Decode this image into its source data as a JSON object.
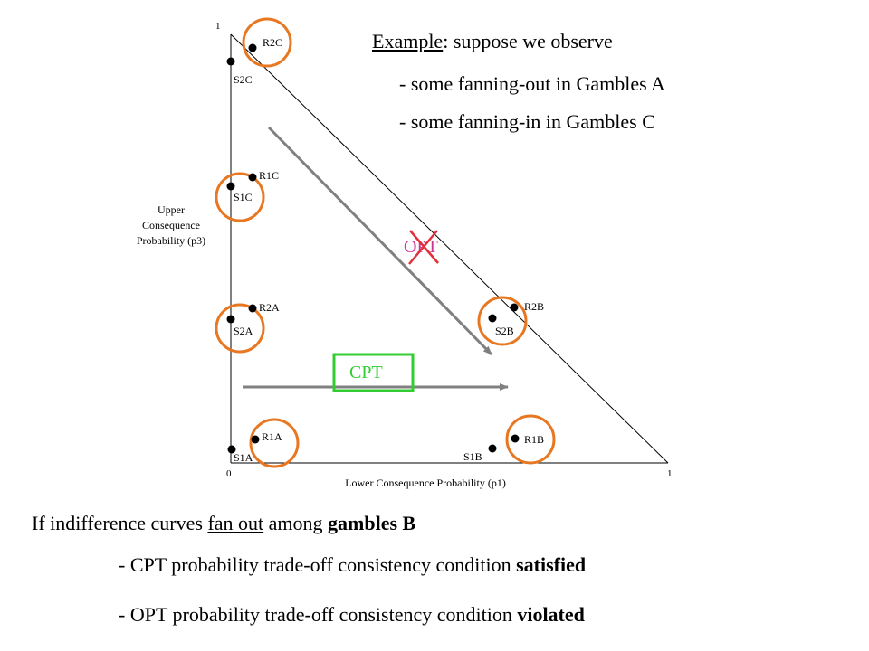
{
  "diagram": {
    "axis": {
      "y_top_tick": "1",
      "origin_tick": "0",
      "x_right_tick": "1",
      "y_label_lines": [
        "Upper",
        "Consequence",
        "Probability (p3)"
      ],
      "x_label": "Lower Consequence Probability  (p1)"
    },
    "points": {
      "r2c": "R2C",
      "s2c": "S2C",
      "r1c": "R1C",
      "s1c": "S1C",
      "r2a": "R2A",
      "s2a": "S2A",
      "r1a": "R1A",
      "s1a": "S1A",
      "r2b": "R2B",
      "s2b": "S2B",
      "r1b": "R1B",
      "s1b": "S1B"
    },
    "labels": {
      "opt": "OPT",
      "cpt": "CPT"
    },
    "colors": {
      "circle": "#E87722",
      "arrow": "#808080",
      "opt_text": "#CC3399",
      "cross": "#E0303A",
      "cpt_box": "#33CC33",
      "cpt_text": "#33CC33"
    }
  },
  "example": {
    "lead": "Example",
    "rest": ":  suppose we observe",
    "bullets": [
      "- some fanning-out in Gambles A",
      "- some fanning-in in Gambles C"
    ]
  },
  "bottom": {
    "line1": {
      "t1": "If indifference curves ",
      "t2": "fan out",
      "t3": " among ",
      "t4": "gambles B"
    },
    "line2": {
      "t1": "- CPT probability trade-off consistency condition ",
      "t2": "satisfied"
    },
    "line3": {
      "t1": "- OPT probability trade-off consistency condition ",
      "t2": "violated"
    }
  }
}
